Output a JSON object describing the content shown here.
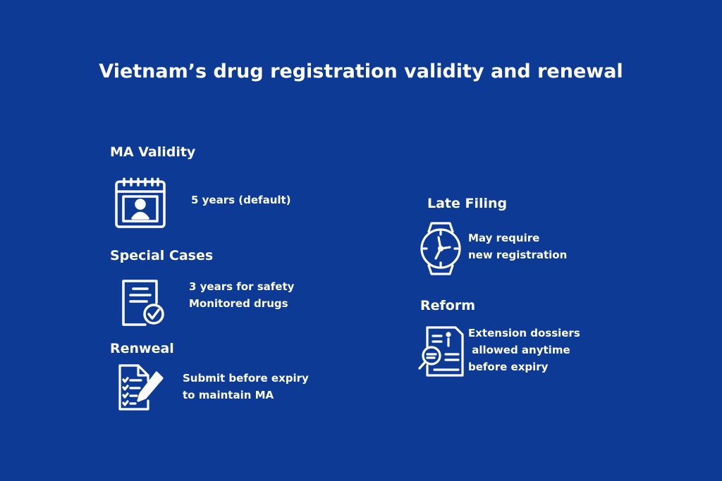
{
  "title": "Vietnam’s drug registration validity and renewal",
  "sections": {
    "ma_validity": {
      "heading": "MA Validity",
      "icon": "calendar-user-icon",
      "lines": [
        "5 years (default)"
      ]
    },
    "special_cases": {
      "heading": "Special Cases",
      "icon": "document-check-icon",
      "lines": [
        "3 years for safety",
        "Monitored drugs"
      ]
    },
    "renewal": {
      "heading": "Renweal",
      "icon": "checklist-pen-icon",
      "lines": [
        "Submit before expiry",
        "to maintain MA"
      ]
    },
    "late_filing": {
      "heading": "Late Filing",
      "icon": "wristwatch-icon",
      "lines": [
        "May require",
        "new registration"
      ]
    },
    "reform": {
      "heading": "Reform",
      "icon": "document-search-icon",
      "lines": [
        "Extension dossiers",
        " allowed anytime",
        "before expiry"
      ]
    }
  },
  "colors": {
    "background": "#0d3a94",
    "foreground": "#ffffff"
  }
}
